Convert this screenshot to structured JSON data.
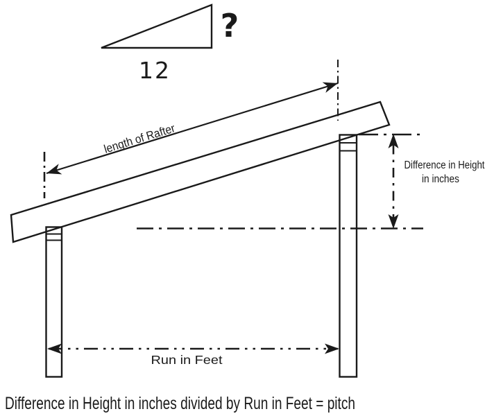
{
  "canvas": {
    "background": "#ffffff",
    "ink_color": "#1a1a1a"
  },
  "pitch_triangle": {
    "rise_label": "?",
    "run_label": "12"
  },
  "diagram": {
    "rafter_label": "length of Rafter",
    "height_label": {
      "line1": "Difference in Height",
      "line2": "in inches"
    },
    "run_label": "Run in Feet"
  },
  "caption": {
    "text": "Difference in Height in inches divided by Run in Feet = pitch"
  }
}
